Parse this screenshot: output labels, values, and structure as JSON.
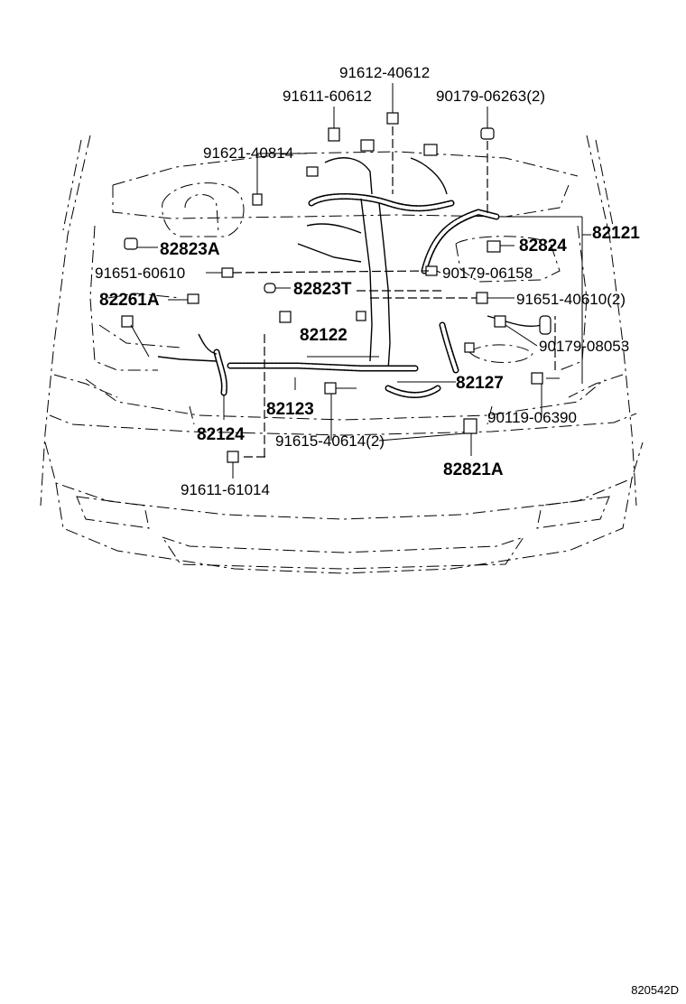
{
  "diagram_code": "820542D",
  "labels": {
    "p91612_40612": "91612-40612",
    "p91611_60612": "91611-60612",
    "p90179_06263": "90179-06263(2)",
    "p91621_40814": "91621-40814",
    "p82121": "82121",
    "p82823A": "82823A",
    "p82824": "82824",
    "p91651_60610": "91651-60610",
    "p90179_06158": "90179-06158",
    "p82261A": "82261A",
    "p82823T": "82823T",
    "p91651_40610": "91651-40610(2)",
    "p82122": "82122",
    "p90179_08053": "90179-08053",
    "p82127": "82127",
    "p82123": "82123",
    "p90119_06390": "90119-06390",
    "p82124": "82124",
    "p91615_40614": "91615-40614(2)",
    "p82821A": "82821A",
    "p91611_61014": "91611-61014"
  }
}
